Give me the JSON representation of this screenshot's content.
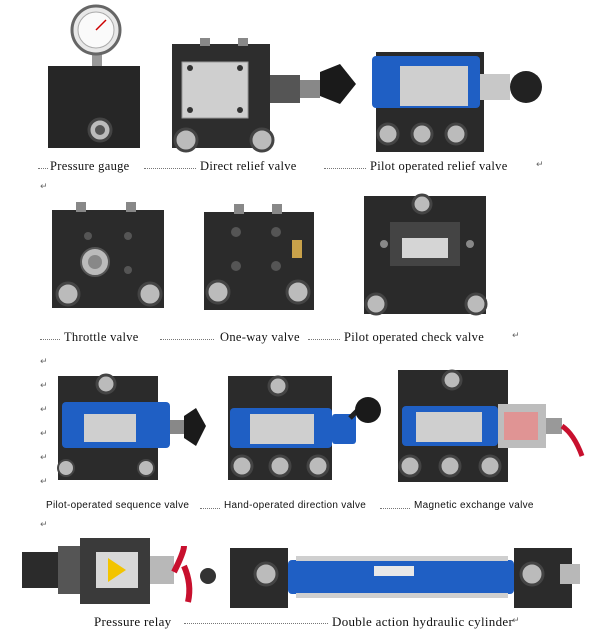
{
  "captions": {
    "pressure_gauge": "Pressure gauge",
    "direct_relief_valve": "Direct relief valve",
    "pilot_operated_relief_valve": "Pilot operated relief valve",
    "throttle_valve": "Throttle valve",
    "one_way_valve": "One-way valve",
    "pilot_operated_check_valve": "Pilot operated check valve",
    "pilot_operated_sequence_valve": "Pilot-operated sequence valve",
    "hand_operated_direction_valve": "Hand-operated direction valve",
    "magnetic_exchange_valve": "Magnetic exchange valve",
    "pressure_relay": "Pressure relay",
    "double_action_hydraulic_cylinder": "Double action hydraulic cylinder"
  },
  "paragraph_mark": "↵",
  "colors": {
    "block": "#2a2a2a",
    "valve_blue": "#1f5fc4",
    "plate": "#c9c9c9",
    "chrome": "#b8b8b8"
  }
}
